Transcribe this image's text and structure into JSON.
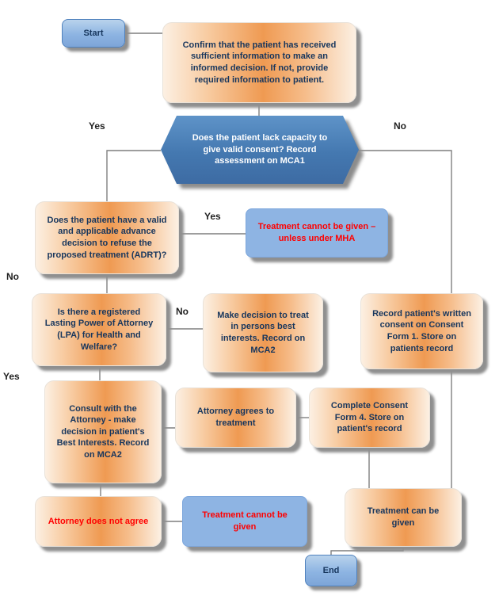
{
  "colors": {
    "gradient_orange": "#EF9A52",
    "node_blue": "#8DB4E2",
    "hexagon_blue": "#4478B0",
    "red_text": "#FF0000",
    "navy_text": "#17365D",
    "connector_gray": "#7f7f7f"
  },
  "nodes": {
    "start": {
      "label": "Start"
    },
    "confirm_info": {
      "label": "Confirm that the patient has received sufficient information to make an informed decision. If not, provide required information to patient."
    },
    "capacity_q": {
      "label": "Does the patient lack capacity to give valid consent? Record assessment on MCA1"
    },
    "adrt_q": {
      "label": "Does the patient have a valid and applicable advance decision to refuse the proposed treatment (ADRT)?"
    },
    "mha": {
      "label": "Treatment cannot be given – unless under MHA"
    },
    "lpa_q": {
      "label": "Is there a registered Lasting Power of Attorney (LPA) for Health and Welfare?"
    },
    "best_interests": {
      "label": "Make decision to treat in persons best interests. Record on MCA2"
    },
    "written_consent": {
      "label": "Record patient's written consent on Consent Form 1. Store on patients record"
    },
    "consult_attorney": {
      "label": "Consult with the Attorney - make decision in patient's Best Interests. Record on MCA2"
    },
    "attorney_agrees": {
      "label": "Attorney agrees to treatment"
    },
    "consent_form4": {
      "label": "Complete Consent Form 4. Store on patient's record"
    },
    "attorney_not_agree": {
      "label": "Attorney does not agree"
    },
    "treatment_cannot": {
      "label": "Treatment cannot be given"
    },
    "treatment_can": {
      "label": "Treatment can be given"
    },
    "end": {
      "label": "End"
    }
  },
  "edge_labels": {
    "capacity_yes": "Yes",
    "capacity_no": "No",
    "adrt_yes": "Yes",
    "adrt_no": "No",
    "lpa_no": "No",
    "lpa_yes": "Yes"
  }
}
